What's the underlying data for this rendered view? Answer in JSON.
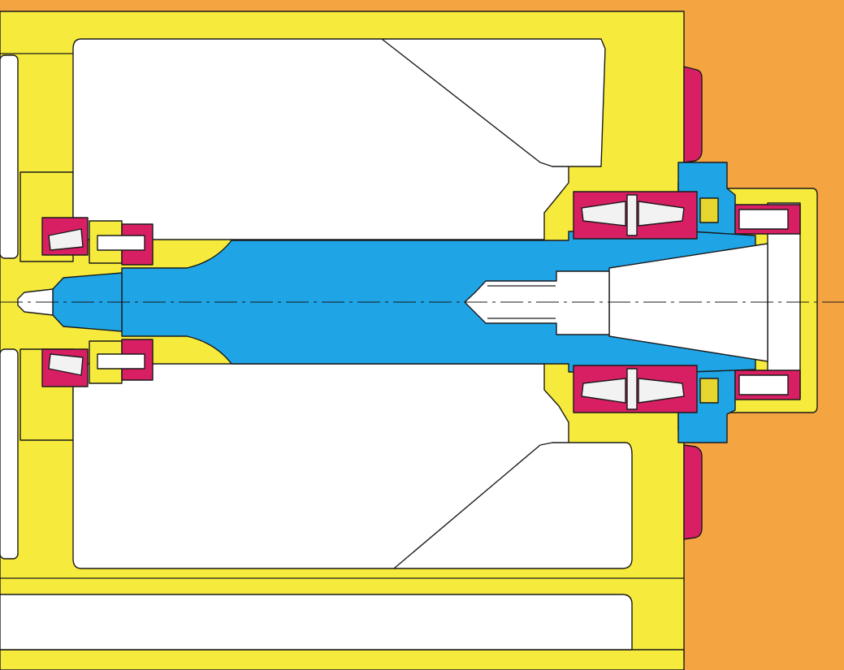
{
  "colors": {
    "background": "#F5A442",
    "housing": "#F6EB3C",
    "cavity": "#FFFFFF",
    "spindle": "#1FA4E6",
    "bearing_race": "#D81F63",
    "bearing_roller": "#F2F2F2",
    "seal_ring": "#E8D630",
    "outline": "#1A1A1A",
    "centerline": "#1A1A1A"
  },
  "parts": [
    {
      "id": "housing",
      "icon": "housing-casting"
    },
    {
      "id": "spindle",
      "icon": "tapered-spindle"
    },
    {
      "id": "front-bearing-upper",
      "icon": "tapered-roller-bearing"
    },
    {
      "id": "front-bearing-lower",
      "icon": "tapered-roller-bearing"
    },
    {
      "id": "rear-bearing-upper",
      "icon": "tapered-roller-bearing"
    },
    {
      "id": "rear-bearing-lower",
      "icon": "tapered-roller-bearing"
    },
    {
      "id": "end-cap",
      "icon": "nose-cap"
    },
    {
      "id": "flange-seal",
      "icon": "gasket"
    }
  ]
}
